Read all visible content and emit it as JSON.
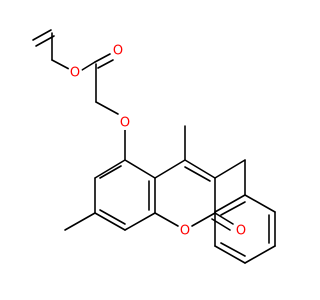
{
  "molecule": {
    "atoms": {
      "o_ester": "O",
      "o_carbonyl_ester": "O",
      "o_ether": "O",
      "o_ring": "O",
      "o_lactone": "O"
    },
    "colors": {
      "bond": "#000000",
      "oxygen": "#ff0000",
      "background": "#ffffff"
    }
  }
}
